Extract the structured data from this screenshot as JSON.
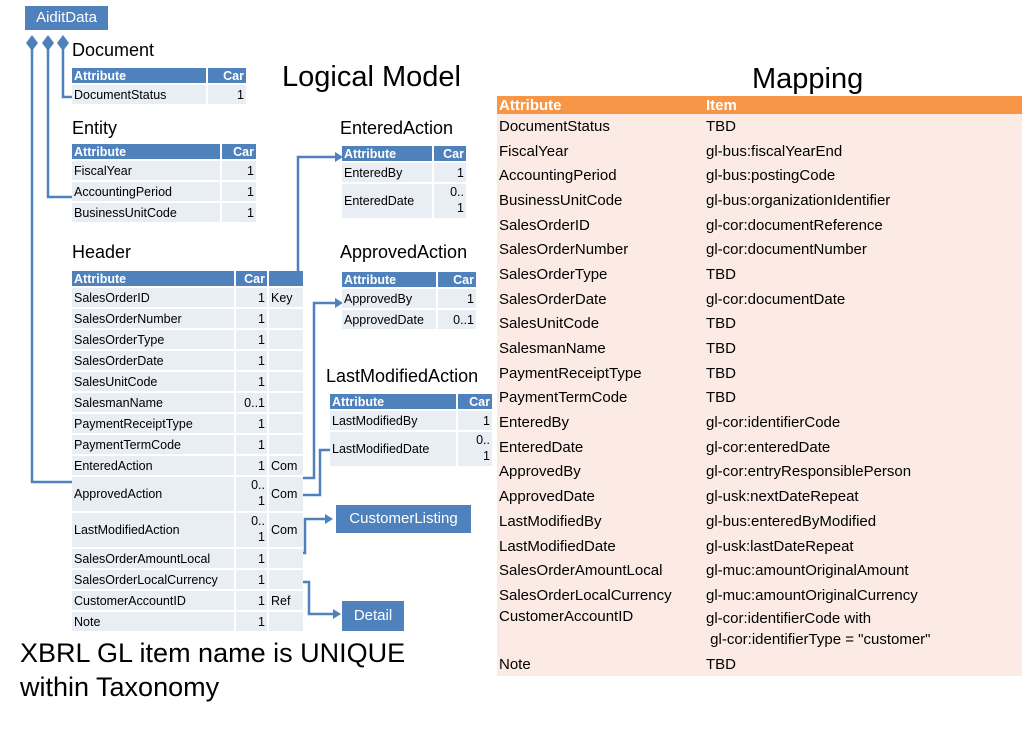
{
  "root_label": "AiditData",
  "title_left": "Logical Model",
  "title_right": "Mapping",
  "colors": {
    "entity_header": "#4f81bd",
    "entity_row": "#e9edf4",
    "mapping_header": "#f79646",
    "mapping_row": "#fcebe4",
    "connector": "#4f81bd"
  },
  "document": {
    "title": "Document",
    "header": [
      "Attribute",
      "Car"
    ],
    "rows": [
      [
        "DocumentStatus",
        "1"
      ]
    ]
  },
  "entity": {
    "title": "Entity",
    "header": [
      "Attribute",
      "Car"
    ],
    "rows": [
      [
        "FiscalYear",
        "1"
      ],
      [
        "AccountingPeriod",
        "1"
      ],
      [
        "BusinessUnitCode",
        "1"
      ]
    ]
  },
  "header_tbl": {
    "title": "Header",
    "header": [
      "Attribute",
      "Car",
      ""
    ],
    "rows": [
      [
        "SalesOrderID",
        "1",
        "Key"
      ],
      [
        "SalesOrderNumber",
        "1",
        ""
      ],
      [
        "SalesOrderType",
        "1",
        ""
      ],
      [
        "SalesOrderDate",
        "1",
        ""
      ],
      [
        "SalesUnitCode",
        "1",
        ""
      ],
      [
        "SalesmanName",
        "0..1",
        ""
      ],
      [
        "PaymentReceiptType",
        "1",
        ""
      ],
      [
        "PaymentTermCode",
        "1",
        ""
      ],
      [
        "EnteredAction",
        "1",
        "Com"
      ],
      [
        "ApprovedAction",
        "0..\n1",
        "Com"
      ],
      [
        "LastModifiedAction",
        "0..\n1",
        "Com"
      ],
      [
        "SalesOrderAmountLocal",
        "1",
        ""
      ],
      [
        "SalesOrderLocalCurrency",
        "1",
        ""
      ],
      [
        "CustomerAccountID",
        "1",
        "Ref"
      ],
      [
        "Note",
        "1",
        ""
      ]
    ]
  },
  "entered": {
    "title": "EnteredAction",
    "header": [
      "Attribute",
      "Car"
    ],
    "rows": [
      [
        "EnteredBy",
        "1"
      ],
      [
        "EnteredDate",
        "0..\n1"
      ]
    ]
  },
  "approved": {
    "title": "ApprovedAction",
    "header": [
      "Attribute",
      "Car"
    ],
    "rows": [
      [
        "ApprovedBy",
        "1"
      ],
      [
        "ApprovedDate",
        "0..1"
      ]
    ]
  },
  "lastmod": {
    "title": "LastModifiedAction",
    "header": [
      "Attribute",
      "Car"
    ],
    "rows": [
      [
        "LastModifiedBy",
        "1"
      ],
      [
        "LastModifiedDate",
        "0..\n1"
      ]
    ]
  },
  "customer_listing": "CustomerListing",
  "detail": "Detail",
  "mapping": {
    "header": [
      "Attribute",
      "Item"
    ],
    "rows": [
      [
        "DocumentStatus",
        "TBD"
      ],
      [
        "FiscalYear",
        "gl-bus:fiscalYearEnd"
      ],
      [
        "AccountingPeriod",
        "gl-bus:postingCode"
      ],
      [
        "BusinessUnitCode",
        "gl-bus:organizationIdentifier"
      ],
      [
        "SalesOrderID",
        "gl-cor:documentReference"
      ],
      [
        "SalesOrderNumber",
        "gl-cor:documentNumber"
      ],
      [
        "SalesOrderType",
        "TBD"
      ],
      [
        "SalesOrderDate",
        "gl-cor:documentDate"
      ],
      [
        "SalesUnitCode",
        "TBD"
      ],
      [
        "SalesmanName",
        "TBD"
      ],
      [
        "PaymentReceiptType",
        "TBD"
      ],
      [
        "PaymentTermCode",
        "TBD"
      ],
      [
        "EnteredBy",
        "gl-cor:identifierCode"
      ],
      [
        "EnteredDate",
        "gl-cor:enteredDate"
      ],
      [
        "ApprovedBy",
        "gl-cor:entryResponsiblePerson"
      ],
      [
        "ApprovedDate",
        "gl-usk:nextDateRepeat"
      ],
      [
        "LastModifiedBy",
        "gl-bus:enteredByModified"
      ],
      [
        "LastModifiedDate",
        "gl-usk:lastDateRepeat"
      ],
      [
        "SalesOrderAmountLocal",
        "gl-muc:amountOriginalAmount"
      ],
      [
        "SalesOrderLocalCurrency",
        "gl-muc:amountOriginalCurrency"
      ],
      [
        "CustomerAccountID",
        "gl-cor:identifierCode with\n gl-cor:identifierType = \"customer\""
      ],
      [
        "Note",
        "TBD"
      ]
    ]
  },
  "footer": [
    "XBRL GL item name is UNIQUE",
    "within Taxonomy"
  ]
}
